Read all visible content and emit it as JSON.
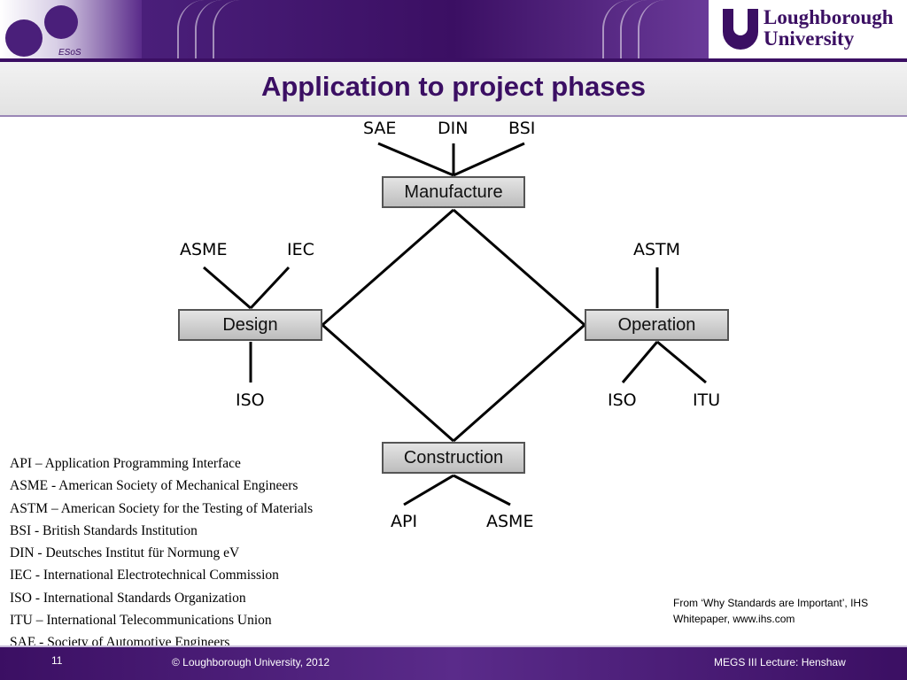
{
  "header": {
    "esos_label": "ESoS",
    "university_line1": "Loughborough",
    "university_line2": "University"
  },
  "title": "Application to project phases",
  "diagram": {
    "phases": {
      "manufacture": "Manufacture",
      "design": "Design",
      "operation": "Operation",
      "construction": "Construction"
    },
    "labels": {
      "sae": "SAE",
      "din": "DIN",
      "bsi": "BSI",
      "asme_design": "ASME",
      "iec": "IEC",
      "iso_design": "ISO",
      "astm": "ASTM",
      "iso_operation": "ISO",
      "itu": "ITU",
      "api": "API",
      "asme_construction": "ASME"
    }
  },
  "legend": [
    "API – Application Programming Interface",
    "ASME - American Society of Mechanical Engineers",
    "ASTM – American Society for the Testing of Materials",
    "BSI - British Standards Institution",
    "DIN - Deutsches Institut für Normung eV",
    "IEC - International Electrotechnical Commission",
    "ISO - International Standards Organization",
    "ITU – International Telecommunications Union",
    "SAE - Society of Automotive Engineers"
  ],
  "source_note": "From ‘Why Standards are Important’, IHS Whitepaper, www.ihs.com",
  "footer": {
    "page_number": "11",
    "copyright": "© Loughborough University, 2012",
    "lecture": "MEGS III Lecture: Henshaw"
  }
}
